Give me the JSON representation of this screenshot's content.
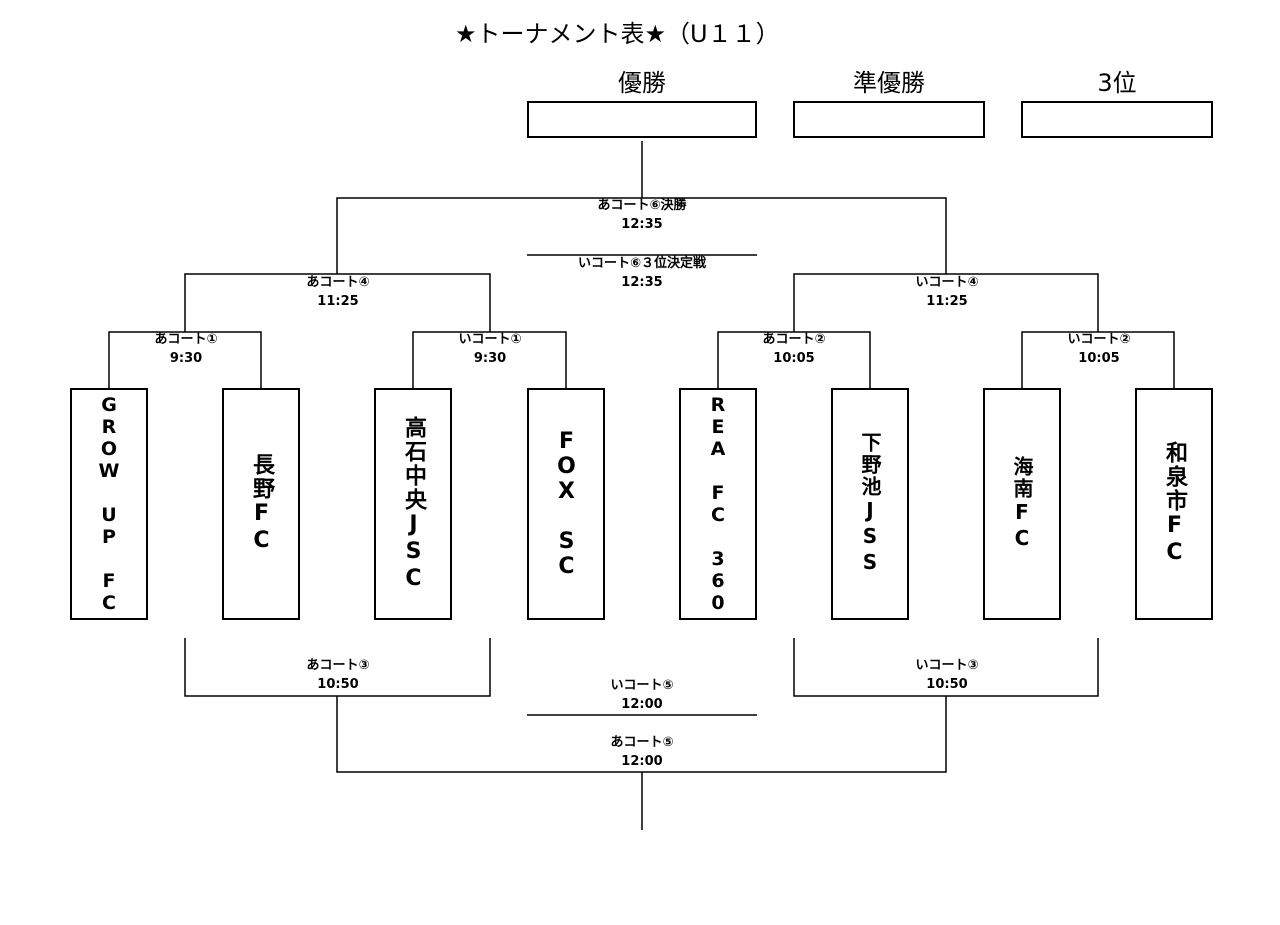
{
  "title": "★トーナメント表★（U１１）",
  "ranks": {
    "winner": "優勝",
    "runner_up": "準優勝",
    "third": "3位"
  },
  "teams": [
    "GROW UP FC",
    "長野FC",
    "高石中央JSC",
    "FOX SC",
    "REA FC 360",
    "下野池JSS",
    "海南FC",
    "和泉市FC"
  ],
  "matches": {
    "m1": {
      "court": "あコート①",
      "time": "9:30"
    },
    "m2": {
      "court": "いコート①",
      "time": "9:30"
    },
    "m3": {
      "court": "あコート②",
      "time": "10:05"
    },
    "m4": {
      "court": "いコート②",
      "time": "10:05"
    },
    "m5": {
      "court": "あコート④",
      "time": "11:25"
    },
    "m6": {
      "court": "いコート④",
      "time": "11:25"
    },
    "final": {
      "court": "あコート⑥決勝",
      "time": "12:35"
    },
    "third_place": {
      "court": "いコート⑥３位決定戦",
      "time": "12:35"
    },
    "b1": {
      "court": "あコート③",
      "time": "10:50"
    },
    "b2": {
      "court": "いコート③",
      "time": "10:50"
    },
    "b3": {
      "court": "いコート⑤",
      "time": "12:00"
    },
    "b4": {
      "court": "あコート⑤",
      "time": "12:00"
    }
  }
}
